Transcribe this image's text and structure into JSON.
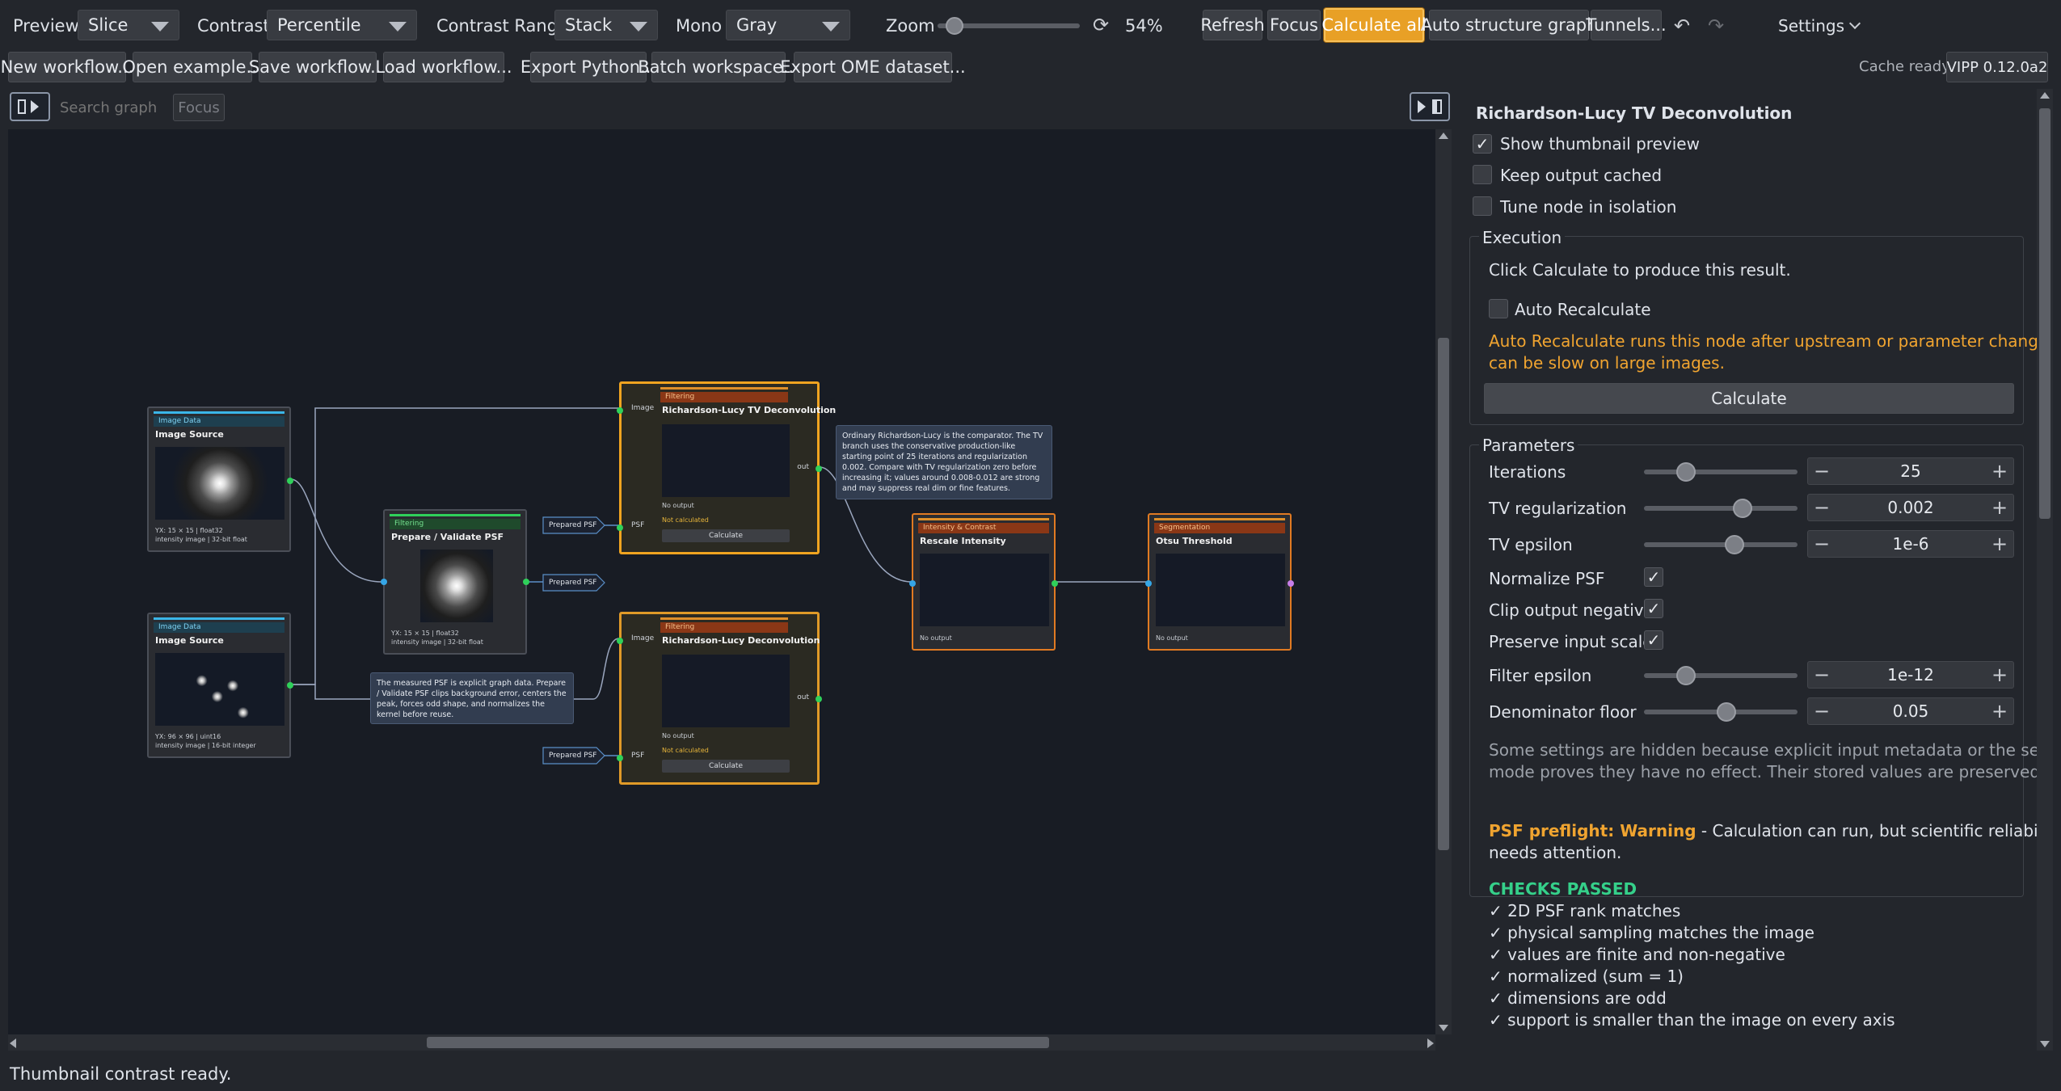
{
  "toolbar": {
    "preview_label": "Preview",
    "preview_value": "Slice",
    "contrast_label": "Contrast",
    "contrast_value": "Percentile",
    "contrast_range_label": "Contrast Range",
    "contrast_range_value": "Stack",
    "mono_label": "Mono",
    "mono_value": "Gray",
    "zoom_label": "Zoom",
    "zoom_value": "54%",
    "refresh": "Refresh",
    "focus": "Focus",
    "calculate_all": "Calculate all",
    "auto_structure": "Auto structure graph",
    "tunnels": "Tunnels...",
    "settings": "Settings"
  },
  "toolbar2": {
    "new_workflow": "New workflow...",
    "open_example": "Open example...",
    "save_workflow": "Save workflow...",
    "load_workflow": "Load workflow...",
    "export_python": "Export Python...",
    "batch_workspace": "Batch workspace...",
    "export_ome": "Export OME dataset...",
    "cache_status": "Cache ready",
    "version": "VIPP 0.12.0a2"
  },
  "graph_toolbar": {
    "search_placeholder": "Search graph",
    "focus": "Focus"
  },
  "graph": {
    "src1": {
      "category": "Image Data",
      "title": "Image Source",
      "meta1": "YX: 15 × 15 | float32",
      "meta2": "intensity image | 32-bit float"
    },
    "src2": {
      "category": "Image Data",
      "title": "Image Source",
      "meta1": "YX: 96 × 96 | uint16",
      "meta2": "intensity image | 16-bit integer"
    },
    "psf": {
      "category": "Filtering",
      "title": "Prepare / Validate PSF",
      "meta1": "YX: 15 × 15 | float32",
      "meta2": "intensity image | 32-bit float"
    },
    "rltv": {
      "category": "Filtering",
      "title": "Richardson-Lucy TV Deconvolution",
      "in_image": "Image",
      "in_psf": "PSF",
      "out": "out",
      "no_output": "No output",
      "not_calc": "Not calculated",
      "calc": "Calculate"
    },
    "rl": {
      "category": "Filtering",
      "title": "Richardson-Lucy Deconvolution",
      "in_image": "Image",
      "in_psf": "PSF",
      "out": "out",
      "no_output": "No output",
      "not_calc": "Not calculated",
      "calc": "Calculate"
    },
    "rescale": {
      "category": "Intensity & Contrast",
      "title": "Rescale Intensity",
      "no_output": "No output"
    },
    "otsu": {
      "category": "Segmentation",
      "title": "Otsu Threshold",
      "no_output": "No output"
    },
    "tag_prepared_psf": "Prepared PSF",
    "note_rl": "Ordinary Richardson-Lucy is the comparator. The TV branch uses the conservative production-like starting point of 25 iterations and regularization 0.002. Compare with TV regularization zero before increasing it; values around 0.008-0.012 are strong and may suppress real dim or fine features.",
    "note_psf": "The measured PSF is explicit graph data. Prepare / Validate PSF clips background error, centers the peak, forces odd shape, and normalizes the kernel before reuse."
  },
  "panel": {
    "title": "Richardson-Lucy TV Deconvolution",
    "show_thumb": "Show thumbnail preview",
    "keep_cached": "Keep output cached",
    "tune_isolation": "Tune node in isolation",
    "execution": "Execution",
    "exec_msg": "Click Calculate to produce this result.",
    "auto_recalc": "Auto Recalculate",
    "auto_warn1": "Auto Recalculate runs this node after upstream or parameter changes. This",
    "auto_warn2": "can be slow on large images.",
    "calculate": "Calculate",
    "parameters": "Parameters",
    "params": [
      {
        "label": "Iterations",
        "value": "25"
      },
      {
        "label": "TV regularization",
        "value": "0.002"
      },
      {
        "label": "TV epsilon",
        "value": "1e-6"
      },
      {
        "label": "Normalize PSF"
      },
      {
        "label": "Clip output negative"
      },
      {
        "label": "Preserve input scale"
      },
      {
        "label": "Filter epsilon",
        "value": "1e-12"
      },
      {
        "label": "Denominator floor",
        "value": "0.05"
      }
    ],
    "hidden1": "Some settings are hidden because explicit input metadata or the selected",
    "hidden2": "mode proves they have no effect. Their stored values are preserved.",
    "preflight_label": "PSF preflight: Warning",
    "preflight_rest": " - Calculation can run, but scientific reliability",
    "preflight_rest2": "needs attention.",
    "checks_title": "CHECKS PASSED",
    "checks": [
      "✓ 2D PSF rank matches",
      "✓ physical sampling matches the image",
      "✓ values are finite and non-negative",
      "✓ normalized (sum = 1)",
      "✓ dimensions are odd",
      "✓ support is smaller than the image on every axis"
    ]
  },
  "status": "Thumbnail contrast ready."
}
